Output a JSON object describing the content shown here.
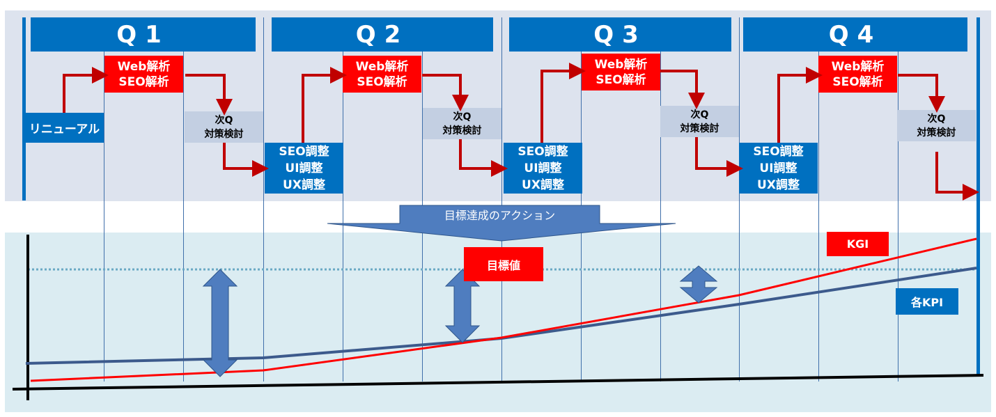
{
  "quarters": [
    "Q1",
    "Q2",
    "Q3",
    "Q4"
  ],
  "renewal": "リニューアル",
  "analysis": {
    "line1": "Web解析",
    "line2": "SEO解析"
  },
  "review": {
    "line1": "次Q",
    "line2": "対策検討"
  },
  "adjust": {
    "line1": "SEO調整",
    "line2": "UI調整",
    "line3": "UX調整"
  },
  "action_label": "目標達成のアクション",
  "target_label": "目標値",
  "kgi_label": "KGI",
  "kpi_label": "各KPI",
  "colors": {
    "blue": "#0070c0",
    "red": "#ff0000",
    "grey": "#c3cfe2",
    "kpi_line": "#3c5a8c",
    "arrow": "#4f7dbf"
  }
}
